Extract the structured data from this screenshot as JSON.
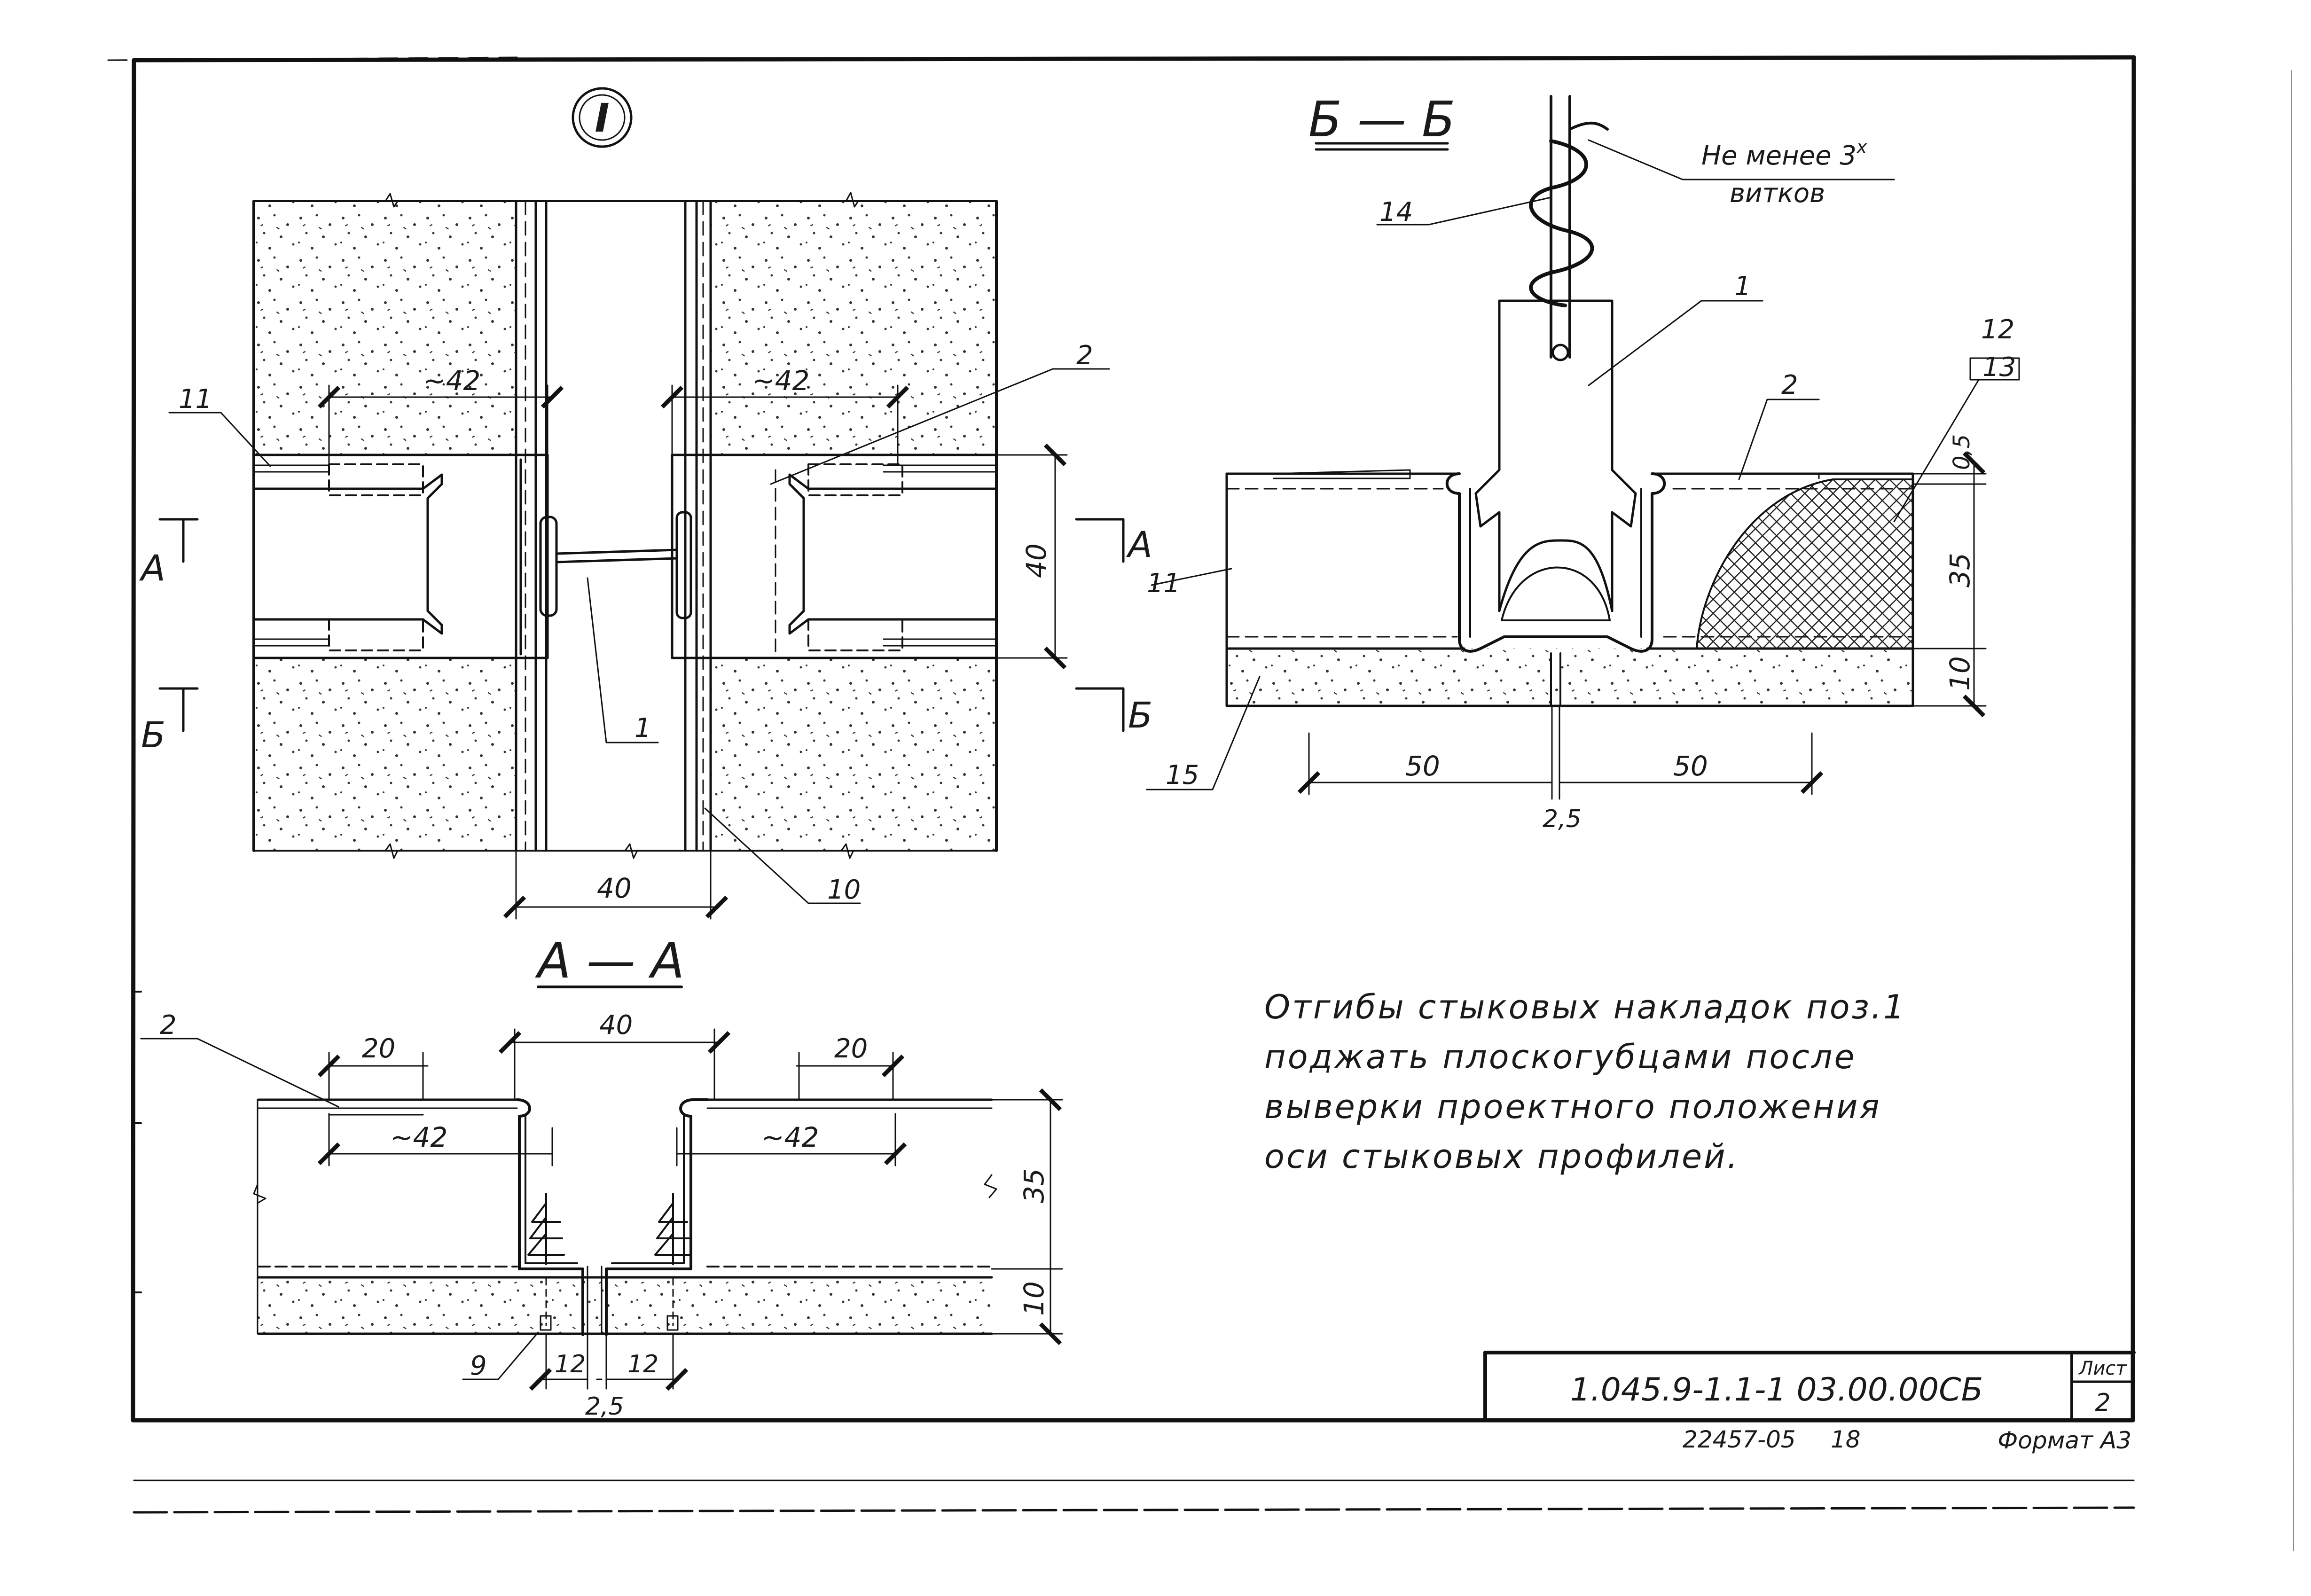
{
  "node_marker": "I",
  "sections": {
    "bb_title": "Б — Б",
    "aa_title": "А — А",
    "cut_a": "А",
    "cut_b": "Б"
  },
  "callouts": {
    "c1": "1",
    "c2": "2",
    "c9": "9",
    "c10": "10",
    "c11": "11",
    "c12": "12",
    "c13": "13",
    "c14": "14",
    "c15": "15"
  },
  "dimensions": {
    "approx42": "~42",
    "d40": "40",
    "d20": "20",
    "d35": "35",
    "d10": "10",
    "d05": "0,5",
    "d50": "50",
    "d25": "2,5",
    "d12": "12"
  },
  "wire_note": {
    "line1": "Не менее 3",
    "sup": "х",
    "line2": "витков"
  },
  "note_lines": [
    "Отгибы  стыковых  накладок  поз.1",
    "поджать плоскогубцами   после",
    "выверки   проектного   положения",
    "оси   стыковых   профилей."
  ],
  "title_block": {
    "designation": "1.045.9-1.1-1 03.00.00СБ",
    "sheet_label": "Лист",
    "sheet_number": "2",
    "archive_number": "22457-05",
    "page_index": "18",
    "format_label": "Формат А3"
  }
}
